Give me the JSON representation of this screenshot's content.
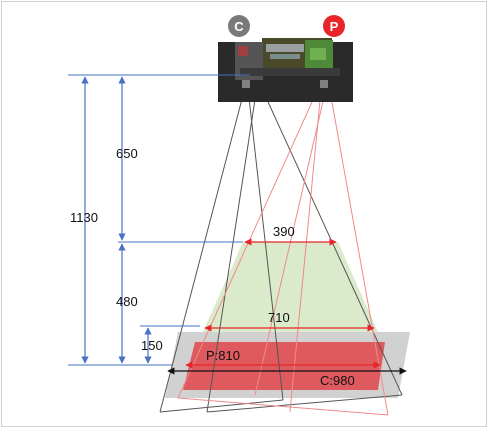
{
  "badges": {
    "camera": "C",
    "projector": "P"
  },
  "dimensions": {
    "total_height": "1130",
    "upper_height": "650",
    "lower_height": "480",
    "small_height": "150",
    "top_width": "390",
    "mid_width": "710",
    "projector_width": "P:810",
    "camera_width": "C:980"
  },
  "colors": {
    "camera_badge": "#7a7a7a",
    "projector_badge": "#e8262a",
    "dimension_line": "#4a72c4",
    "arrow_red": "#e8262a",
    "green_fill": "#d6e8c4",
    "red_fill": "#e0454a",
    "gray_plane": "#c9c9c9",
    "camera_frustum": "#555555",
    "projector_frustum": "#f08a8a"
  }
}
